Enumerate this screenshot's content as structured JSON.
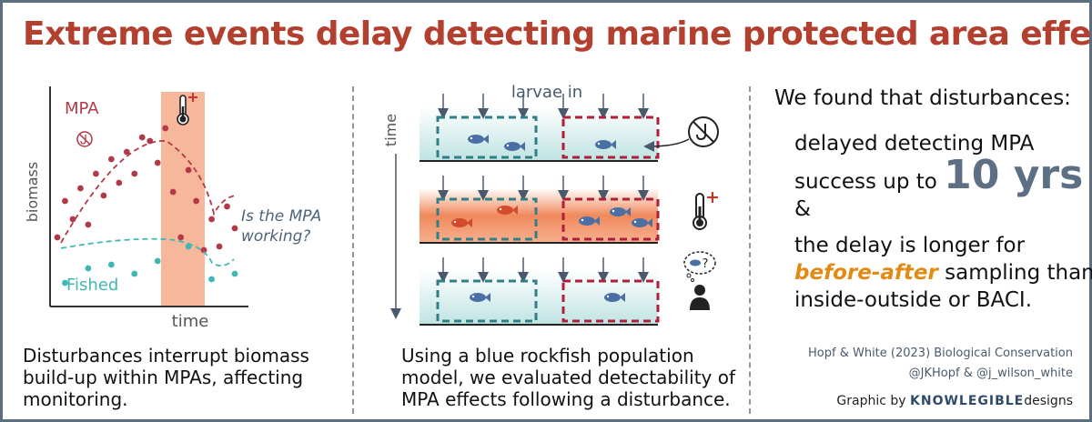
{
  "title": "Extreme events delay detecting marine protected area effects",
  "colors": {
    "mpa": "#b23a48",
    "fished": "#3fb8b4",
    "disturbance": "#f7b79a",
    "title": "#b3402f",
    "accent": "#e28a12",
    "slate": "#5c6f85"
  },
  "panel1": {
    "mpa_label": "MPA",
    "fished_label": "Fished",
    "question": [
      "Is the MPA",
      "working?"
    ],
    "y_axis": "biomass",
    "x_axis": "time",
    "caption": [
      "Disturbances interrupt biomass",
      "build-up within MPAs, affecting",
      "monitoring."
    ],
    "icons": [
      "no-fishing-icon",
      "thermometer-icon"
    ],
    "chart_data": {
      "type": "scatter",
      "series": [
        {
          "name": "MPA",
          "x": [
            1,
            2,
            3,
            4,
            5,
            6,
            7,
            8,
            9,
            10,
            11,
            12,
            13,
            14,
            15,
            16,
            17,
            18,
            19,
            20,
            21,
            22,
            23,
            24
          ],
          "y": [
            0.35,
            0.55,
            0.45,
            0.62,
            0.42,
            0.7,
            0.58,
            0.78,
            0.65,
            0.82,
            0.7,
            0.9,
            0.88,
            0.76,
            0.95,
            0.6,
            0.35,
            0.72,
            0.55,
            0.28,
            0.45,
            0.3,
            0.52,
            0.4
          ]
        },
        {
          "name": "Fished",
          "x": [
            2,
            5,
            8,
            11,
            14,
            18,
            21,
            24
          ],
          "y": [
            0.1,
            0.18,
            0.2,
            0.15,
            0.22,
            0.3,
            0.12,
            0.15
          ]
        }
      ]
    }
  },
  "panel2": {
    "larvae": "larvae in",
    "time": "time",
    "caption": [
      "Using a blue rockfish population",
      "model, we evaluated detectability of",
      "MPA effects following a disturbance."
    ],
    "icons": [
      "no-fishing-icon",
      "thermometer-icon",
      "observer-icon"
    ]
  },
  "panel3": {
    "intro": "We found that disturbances:",
    "line1": "delayed detecting MPA",
    "line2": "success up to",
    "big": "10 yrs",
    "amp": "&",
    "line3": "the delay is longer for",
    "highlight": "before-after",
    "line4_rest": " sampling than",
    "line5": "inside-outside or BACI."
  },
  "credits": {
    "citation": "Hopf & White (2023) Biological Conservation",
    "handles": "@JKHopf & @j_wilson_white",
    "graphic_by": "Graphic by",
    "brand_a": "KNOWLEGIBLE",
    "brand_b": "designs"
  }
}
